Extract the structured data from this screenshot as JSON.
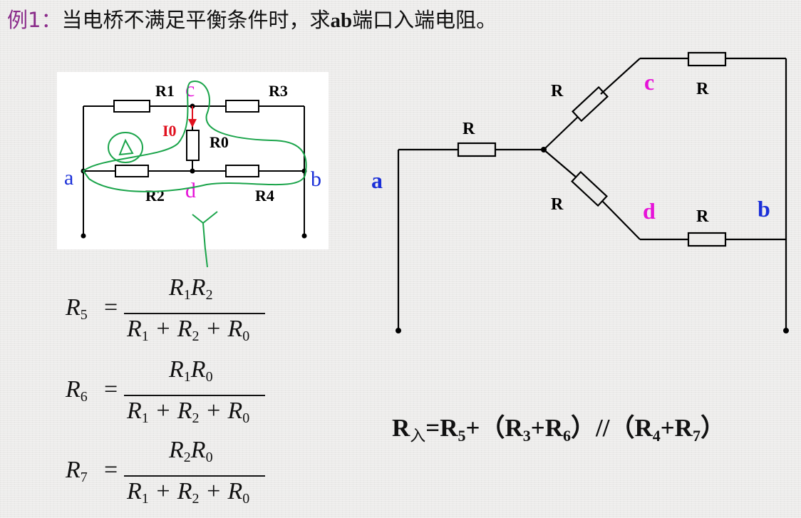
{
  "title": {
    "example_label": "例1：",
    "text_before": "当电桥不满足平衡条件时，求",
    "ab": "ab",
    "text_after": "端口入端电阻。"
  },
  "bridge": {
    "R1": "R1",
    "R2": "R2",
    "R3": "R3",
    "R4": "R4",
    "R0": "R0",
    "I0": "I0",
    "a": "a",
    "b": "b",
    "c": "c",
    "d": "d",
    "annotation_delta": "Δ",
    "annotation_y": "Y"
  },
  "formulas": [
    {
      "lhs": "R",
      "lhs_sub": "5",
      "num": [
        [
          "R",
          "1"
        ],
        [
          "R",
          "2"
        ]
      ],
      "den": [
        [
          "R",
          "1"
        ],
        [
          "R",
          "2"
        ],
        [
          "R",
          "0"
        ]
      ]
    },
    {
      "lhs": "R",
      "lhs_sub": "6",
      "num": [
        [
          "R",
          "1"
        ],
        [
          "R",
          "0"
        ]
      ],
      "den": [
        [
          "R",
          "1"
        ],
        [
          "R",
          "2"
        ],
        [
          "R",
          "0"
        ]
      ]
    },
    {
      "lhs": "R",
      "lhs_sub": "7",
      "num": [
        [
          "R",
          "2"
        ],
        [
          "R",
          "0"
        ]
      ],
      "den": [
        [
          "R",
          "1"
        ],
        [
          "R",
          "2"
        ],
        [
          "R",
          "0"
        ]
      ]
    }
  ],
  "star": {
    "R_first": "R",
    "R_upper": "R",
    "R_lower": "R",
    "R_top": "R",
    "R_bottom": "R",
    "a": "a",
    "b": "b",
    "c": "c",
    "d": "d"
  },
  "result": {
    "r_in": "R",
    "r_in_sub": "入",
    "expr1": "=R",
    "s5": "5",
    "plus1": "+（R",
    "s3": "3",
    "plus2": "+R",
    "s6": "6",
    "par": "）//（R",
    "s4": "4",
    "plus3": "+R",
    "s7": "7",
    "close": "）"
  },
  "colors": {
    "label_red": "#e0101e",
    "label_magenta": "#e612d8",
    "label_blue": "#1a2fd8",
    "annotation_green": "#1aa44a",
    "example_purple": "#8a2b8a"
  }
}
